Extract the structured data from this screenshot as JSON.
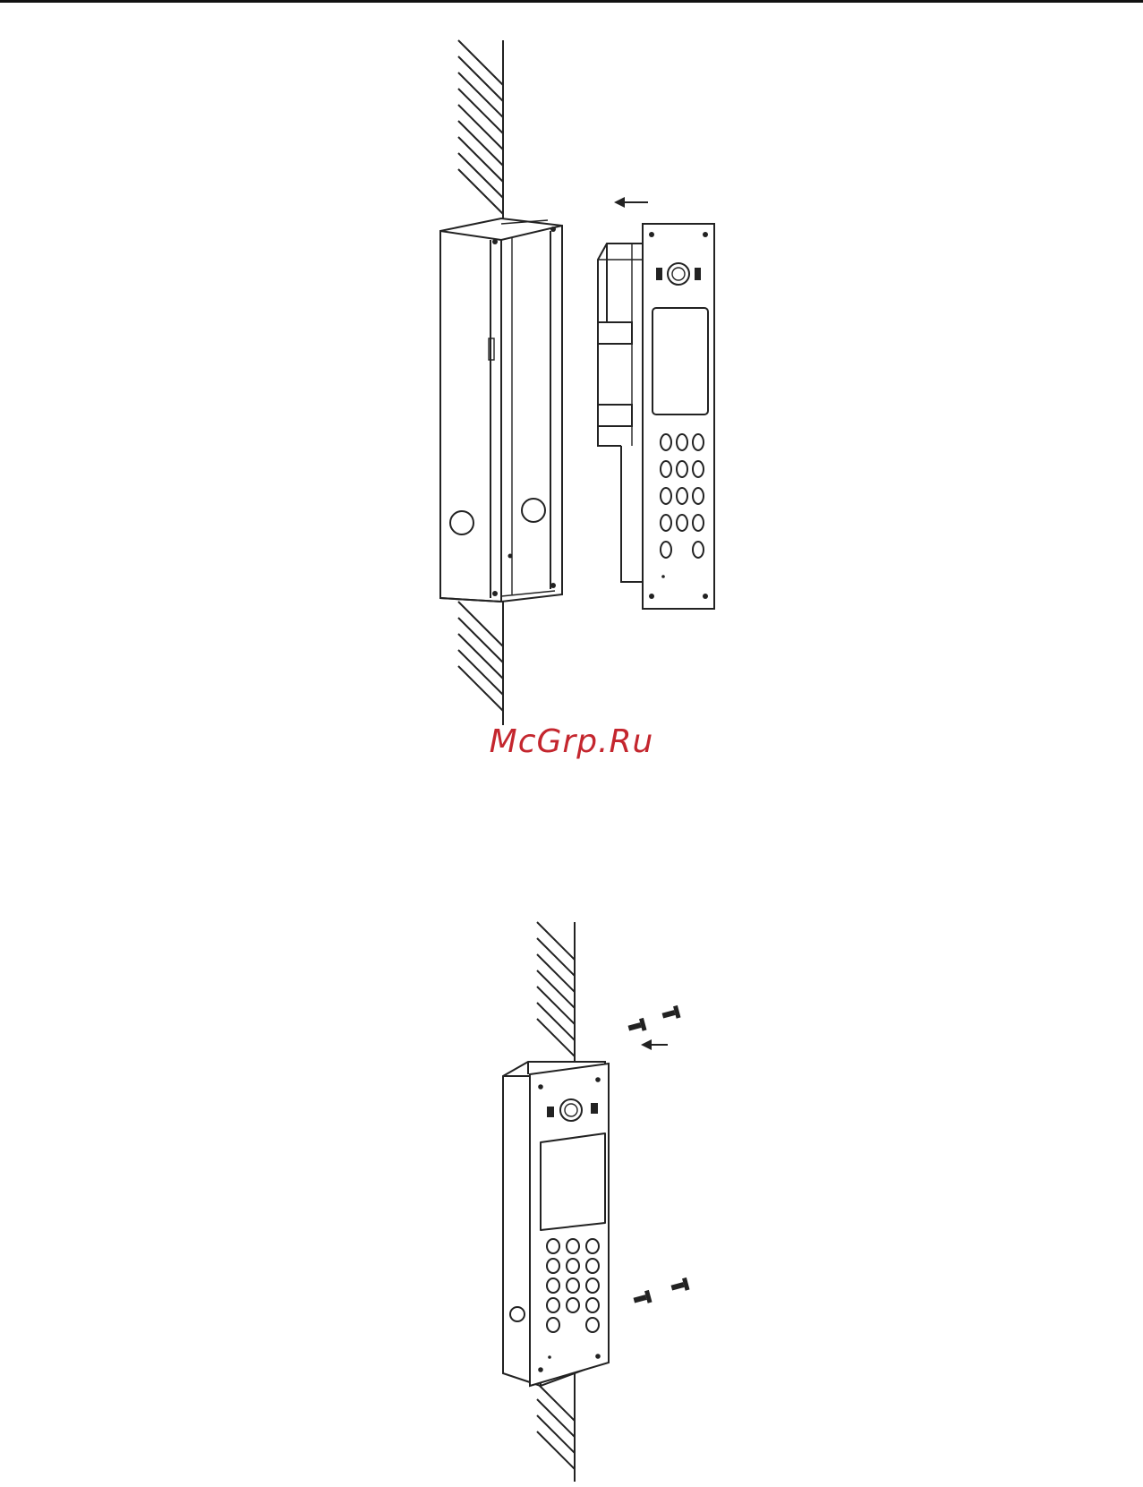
{
  "watermark": {
    "text": "McGrp.Ru",
    "color": "#c4262e"
  },
  "colors": {
    "line": "#222222",
    "background": "#ffffff"
  },
  "figures": [
    {
      "name": "insert-panel-into-flush-box",
      "icons": [
        "wall-hatch-icon",
        "flush-box-icon",
        "door-panel-icon",
        "direction-arrow-icon"
      ]
    },
    {
      "name": "fasten-panel-with-screws",
      "icons": [
        "wall-hatch-icon",
        "mounted-panel-icon",
        "screw-icon",
        "direction-arrow-icon"
      ]
    }
  ]
}
